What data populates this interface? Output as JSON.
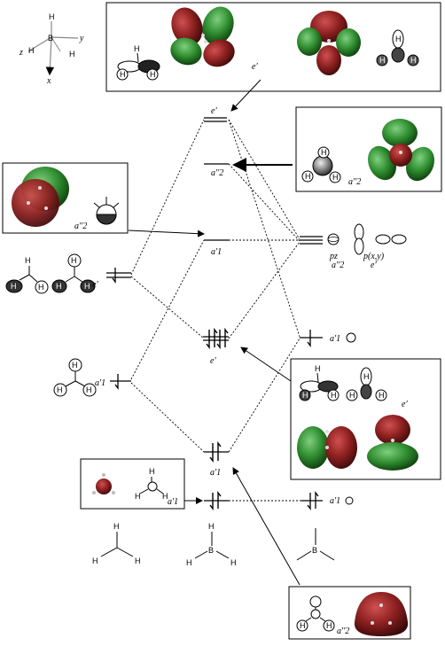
{
  "colors": {
    "lobe_red": "#8b1f1f",
    "lobe_green": "#2e8b2e",
    "line": "#000000",
    "background": "#ffffff"
  },
  "axes": {
    "y": "y",
    "z": "z",
    "x": "x",
    "h": "H",
    "b": "B"
  },
  "atom": {
    "h": "H",
    "b": "B"
  },
  "levels": {
    "e_prime_top": "e'",
    "a2_upper": "a''2",
    "a1_antibond": "a'1",
    "e_prime_mid": "e'",
    "a1_bond": "a'1",
    "a1_core": "a'1"
  },
  "left_group": {
    "e_label": "e'",
    "a1_label": "a'1"
  },
  "right_group": {
    "pz": "pz",
    "a2": "a''2",
    "pxy": "p(x,y)",
    "e": "e'",
    "s_label": "a'1",
    "core_label": "a'1"
  },
  "boxes": {
    "top_label": "e'",
    "right_top_label": "a''2",
    "left_label": "a''2",
    "right_mid_label": "e'",
    "left_bottom_label": "a'1",
    "bottom_label": "a''2"
  }
}
